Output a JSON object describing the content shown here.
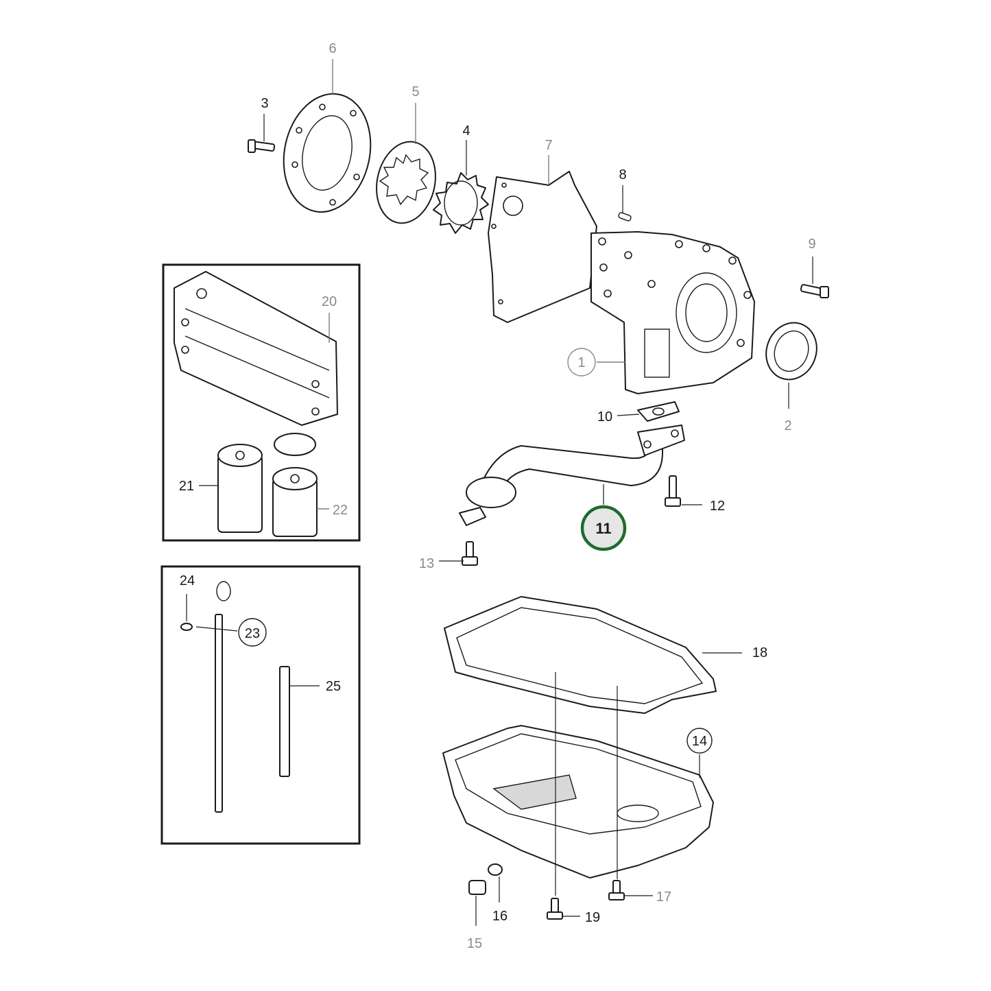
{
  "callouts": {
    "c1": "1",
    "c2": "2",
    "c3": "3",
    "c4": "4",
    "c5": "5",
    "c6": "6",
    "c7": "7",
    "c8": "8",
    "c9": "9",
    "c10": "10",
    "c11": "11",
    "c12": "12",
    "c13": "13",
    "c14": "14",
    "c15": "15",
    "c16": "16",
    "c17": "17",
    "c18": "18",
    "c19": "19",
    "c20": "20",
    "c21": "21",
    "c22": "22",
    "c23": "23",
    "c24": "24",
    "c25": "25"
  },
  "highlight": {
    "part": "11",
    "ring_color": "#1e6b2e",
    "fill_color": "#e6e6e6"
  }
}
